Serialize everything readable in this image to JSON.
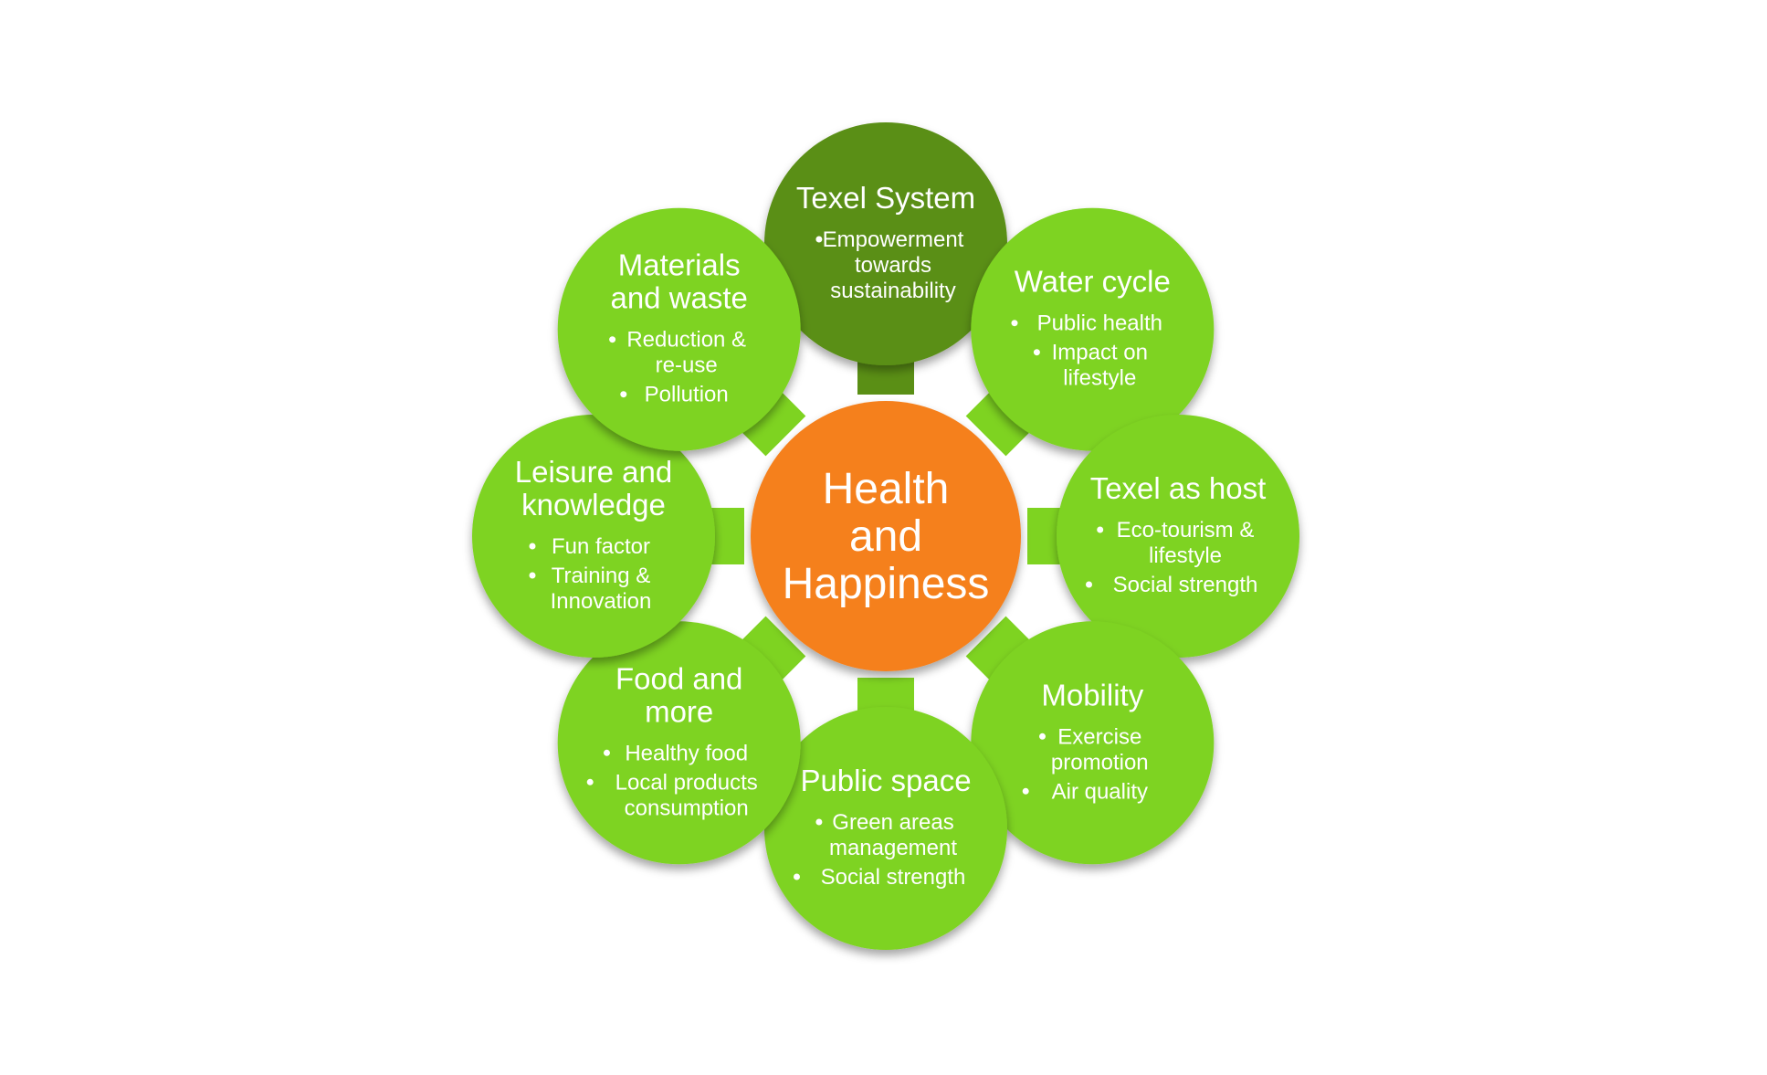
{
  "center": {
    "title": [
      "Health",
      "and",
      "Happiness"
    ],
    "color": "#F5801F"
  },
  "colors": {
    "node": "#7ED321",
    "node_highlight": "#5A8F15",
    "arrow": "#7ED321",
    "arrow_highlight": "#5A8F15",
    "text": "#FFFFFF"
  },
  "nodes": [
    {
      "id": "texel-system",
      "title": [
        "Texel System"
      ],
      "highlight": true,
      "bullets": [
        [
          "Empowerment",
          "towards",
          "sustainability"
        ]
      ]
    },
    {
      "id": "water-cycle",
      "title": [
        "Water cycle"
      ],
      "highlight": false,
      "bullets": [
        [
          "Public health"
        ],
        [
          "Impact on",
          "lifestyle"
        ]
      ]
    },
    {
      "id": "texel-as-host",
      "title": [
        "Texel as host"
      ],
      "highlight": false,
      "bullets": [
        [
          "Eco-tourism &",
          "lifestyle"
        ],
        [
          "Social strength"
        ]
      ]
    },
    {
      "id": "mobility",
      "title": [
        "Mobility"
      ],
      "highlight": false,
      "bullets": [
        [
          "Exercise",
          "promotion"
        ],
        [
          "Air quality"
        ]
      ]
    },
    {
      "id": "public-space",
      "title": [
        "Public space"
      ],
      "highlight": false,
      "bullets": [
        [
          "Green areas",
          "management"
        ],
        [
          "Social strength"
        ]
      ]
    },
    {
      "id": "food-and-more",
      "title": [
        "Food and",
        "more"
      ],
      "highlight": false,
      "bullets": [
        [
          "Healthy food"
        ],
        [
          "Local  products",
          "consumption"
        ]
      ]
    },
    {
      "id": "leisure-and-knowledge",
      "title": [
        "Leisure and",
        "knowledge"
      ],
      "highlight": false,
      "bullets": [
        [
          "Fun factor"
        ],
        [
          "Training &",
          "Innovation"
        ]
      ]
    },
    {
      "id": "materials-and-waste",
      "title": [
        "Materials",
        "and waste"
      ],
      "highlight": false,
      "bullets": [
        [
          "Reduction &",
          "re-use"
        ],
        [
          "Pollution"
        ]
      ]
    }
  ]
}
